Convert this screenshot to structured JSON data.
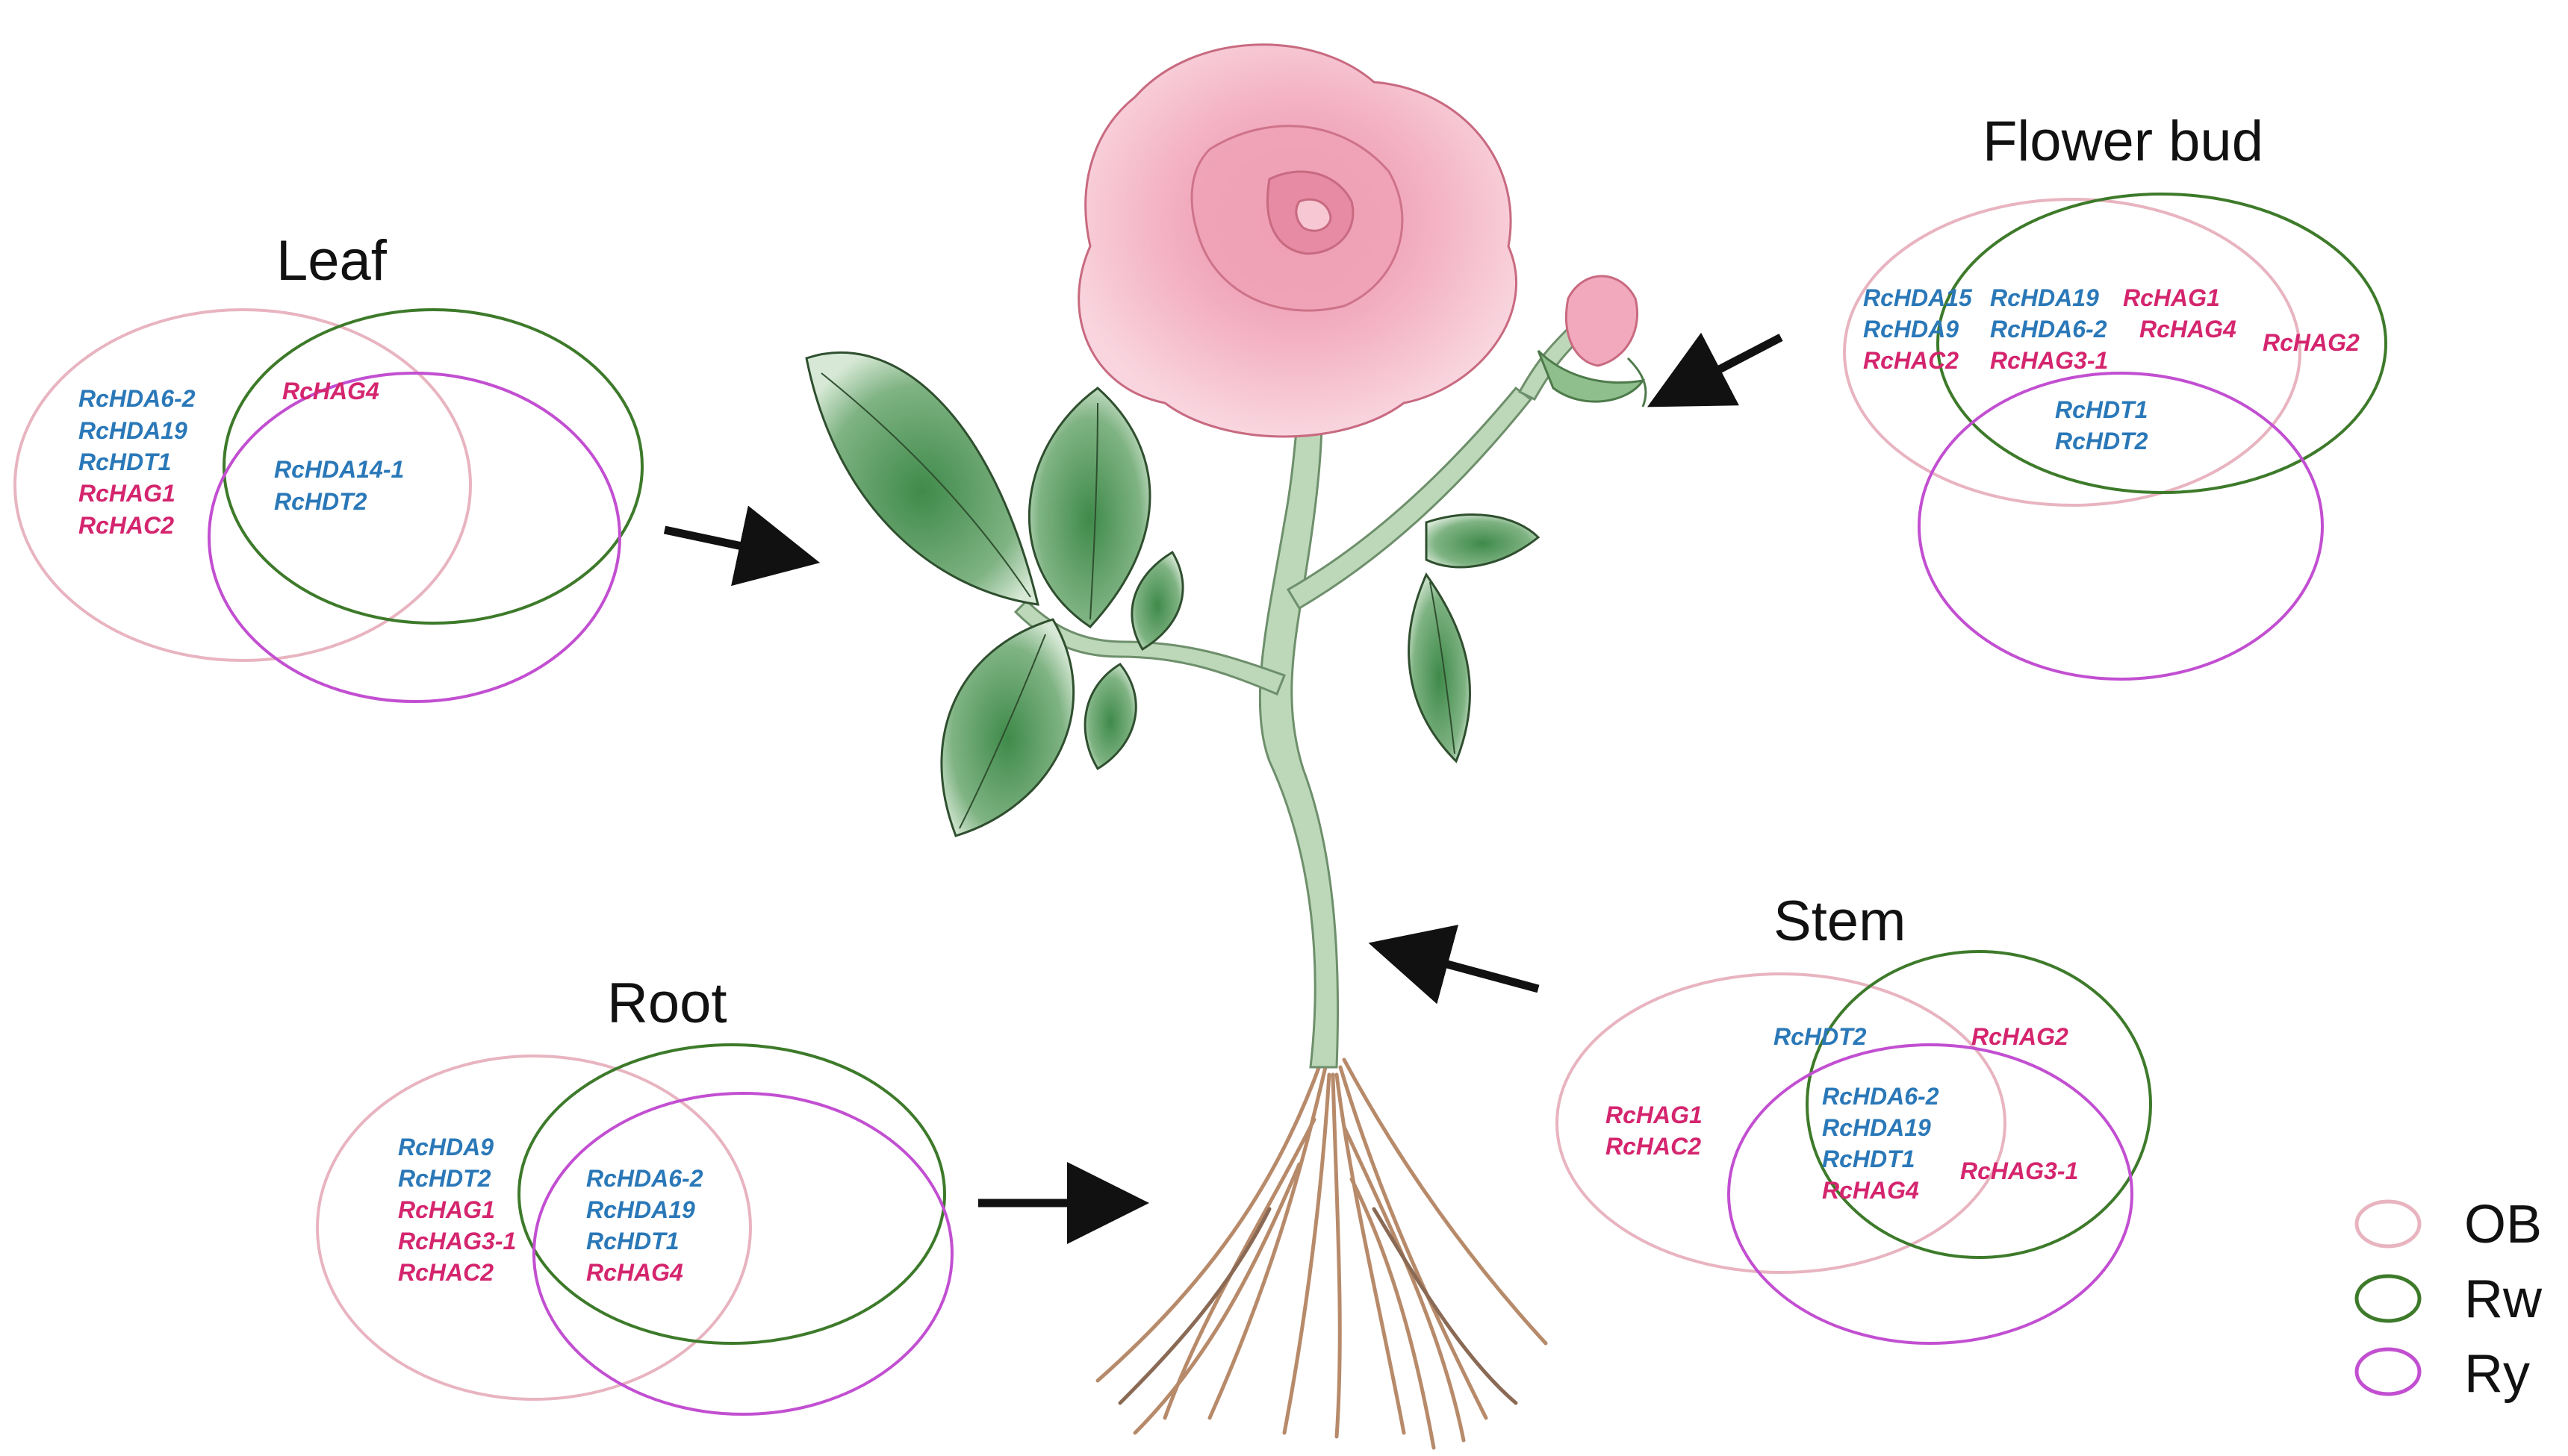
{
  "colors": {
    "OB": "#e8b4c0",
    "Rw": "#3d7a2a",
    "Ry": "#c24fd1",
    "hdac_text": "#2a78b8",
    "hat_text": "#d4256e",
    "arrow": "#111111",
    "petal": "#f2a9bd",
    "leaf": "#5f9a62",
    "stem": "#a9c9a6",
    "root": "#b78a6a"
  },
  "legend": {
    "ob": "OB",
    "rw": "Rw",
    "ry": "Ry"
  },
  "panels": {
    "leaf": {
      "title": "Leaf",
      "genes": {
        "ob_only": [
          "RcHDA6-2",
          "RcHDA19",
          "RcHDT1",
          "RcHAG1",
          "RcHAC2"
        ],
        "ob_rw": [
          "RcHAG4"
        ],
        "all": [
          "RcHDA14-1",
          "RcHDT2"
        ]
      }
    },
    "flower_bud": {
      "title": "Flower bud",
      "genes": {
        "ob_only": [
          "RcHDA15",
          "RcHDA9",
          "RcHAC2"
        ],
        "ob_rw": [
          "RcHDA19",
          "RcHDA6-2",
          "RcHAG3-1"
        ],
        "ob_rw_right": [
          "RcHAG1",
          "RcHAG4"
        ],
        "rw_only": [
          "RcHAG2"
        ],
        "all": [
          "RcHDT1",
          "RcHDT2"
        ]
      }
    },
    "root": {
      "title": "Root",
      "genes": {
        "ob_only": [
          "RcHDA9",
          "RcHDT2",
          "RcHAG1",
          "RcHAG3-1",
          "RcHAC2"
        ],
        "all": [
          "RcHDA6-2",
          "RcHDA19",
          "RcHDT1",
          "RcHAG4"
        ]
      }
    },
    "stem": {
      "title": "Stem",
      "genes": {
        "ob_only": [
          "RcHAG1",
          "RcHAC2"
        ],
        "ob_rw": [
          "RcHDT2"
        ],
        "rw_only": [
          "RcHAG2"
        ],
        "all": [
          "RcHDA6-2",
          "RcHDA19",
          "RcHDT1",
          "RcHAG4"
        ],
        "rw_ry": [
          "RcHAG3-1"
        ]
      }
    }
  }
}
